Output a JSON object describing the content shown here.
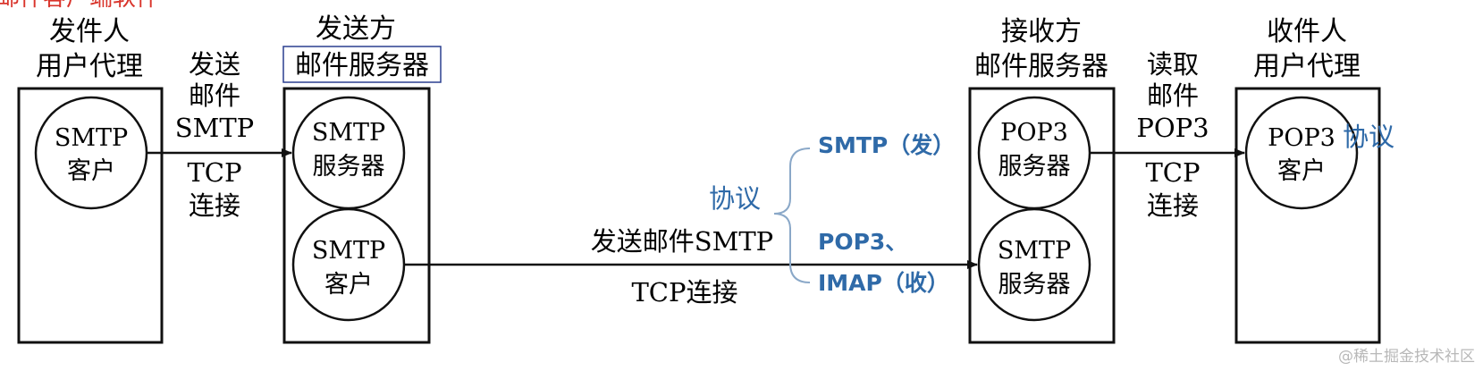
{
  "top_clipped_title": "邮件客户端软件",
  "nodes": {
    "sender_agent": {
      "label_line1": "发件人",
      "label_line2": "用户代理",
      "circle_line1": "SMTP",
      "circle_line2": "客户"
    },
    "sender_server": {
      "label_line1": "发送方",
      "label_line2": "邮件服务器",
      "circle_top_line1": "SMTP",
      "circle_top_line2": "服务器",
      "circle_bottom_line1": "SMTP",
      "circle_bottom_line2": "客户"
    },
    "receiver_server": {
      "label_line1": "接收方",
      "label_line2": "邮件服务器",
      "circle_top_line1": "POP3",
      "circle_top_line2": "服务器",
      "circle_bottom_line1": "SMTP",
      "circle_bottom_line2": "服务器"
    },
    "receiver_agent": {
      "label_line1": "收件人",
      "label_line2": "用户代理",
      "circle_line1": "POP3",
      "circle_line2": "客户"
    }
  },
  "edges": {
    "send_mail": {
      "l1": "发送",
      "l2": "邮件",
      "l3": "SMTP",
      "l4": "TCP",
      "l5": "连接"
    },
    "server_to_server": {
      "above": "发送邮件SMTP",
      "below": "TCP连接"
    },
    "read_mail": {
      "l1": "读取",
      "l2": "邮件",
      "l3": "POP3",
      "l4": "TCP",
      "l5": "连接"
    }
  },
  "annotations": {
    "protocol_label": "协议",
    "smtp_send": "SMTP（发）",
    "pop3": "POP3、",
    "imap_recv": "IMAP（收）",
    "right_protocol": "协议"
  },
  "watermark": "@稀土掘金技术社区",
  "colors": {
    "annotation_blue": "#2f6aa8",
    "title_red": "#d9342b",
    "line": "#111111"
  }
}
